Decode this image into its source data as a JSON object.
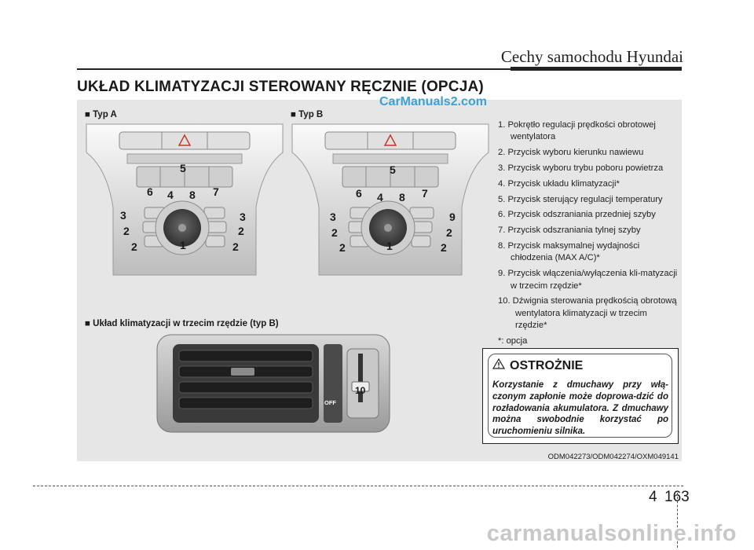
{
  "header": {
    "title": "Cechy samochodu Hyundai"
  },
  "section_title": "UKŁAD KLIMATYZACJI STEROWANY RĘCZNIE (OPCJA)",
  "watermark": "CarManuals2.com",
  "figures": {
    "type_a_label": "■ Typ A",
    "type_b_label": "■ Typ B",
    "rear_label": "■ Układ klimatyzacji w trzecim rzędzie (typ B)"
  },
  "callouts": {
    "n1": "1",
    "n2": "2",
    "n3": "3",
    "n4": "4",
    "n5": "5",
    "n6": "6",
    "n7": "7",
    "n8": "8",
    "n9": "9",
    "n10": "10"
  },
  "vent_labels": {
    "off": "OFF"
  },
  "legend": {
    "items": [
      "1. Pokrętło regulacji prędkości obrotowej wentylatora",
      "2. Przycisk wyboru kierunku nawiewu",
      "3. Przycisk wyboru trybu poboru powietrza",
      "4. Przycisk układu klimatyzacji*",
      "5. Przycisk sterujący regulacji temperatury",
      "6. Przycisk odszraniania przedniej szyby",
      "7. Przycisk odszraniania tylnej szyby",
      "8. Przycisk maksymalnej wydajności chłodzenia (MAX A/C)*",
      "9. Przycisk włączenia/wyłączenia kli-matyzacji w trzecim rzędzie*",
      "10. Dźwignia sterowania prędkością obrotową wentylatora klimatyzacji w trzecim rzędzie*"
    ],
    "footnote": "*: opcja"
  },
  "caution": {
    "title": "OSTROŻNIE",
    "body": "Korzystanie z dmuchawy przy włą-czonym zapłonie może doprowa-dzić do rozładowania akumulatora. Z dmuchawy można swobodnie korzystać po uruchomieniu silnika."
  },
  "image_codes": "ODM042273/ODM042274/OXM049141",
  "page": {
    "chapter": "4",
    "number": "163"
  },
  "site": "carmanualsonline.info",
  "colors": {
    "watermark": "#3aa2d6",
    "panel": "#e6e6e6",
    "site": "#c8c8c8"
  }
}
